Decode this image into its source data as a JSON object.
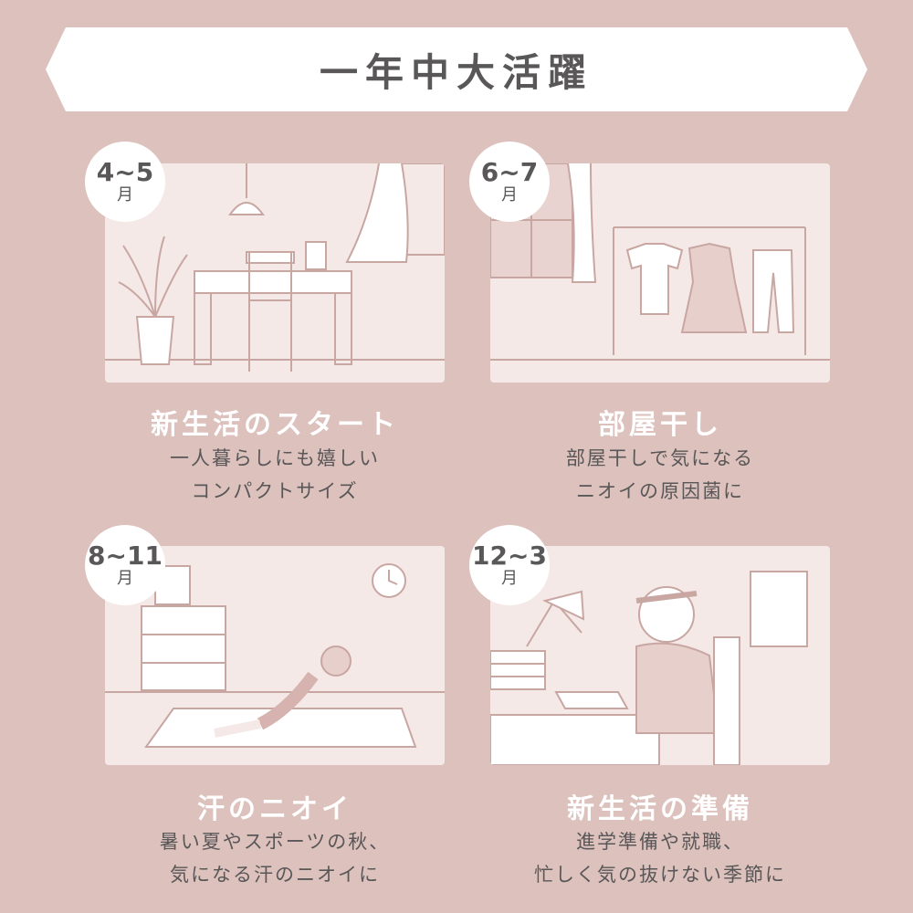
{
  "banner": {
    "title": "一年中大活躍"
  },
  "sections": [
    {
      "range": "4~5",
      "unit": "月",
      "heading": "新生活のスタート",
      "desc1": "一人暮らしにも嬉しい",
      "desc2": "コンパクトサイズ"
    },
    {
      "range": "6~7",
      "unit": "月",
      "heading": "部屋干し",
      "desc1": "部屋干しで気になる",
      "desc2": "ニオイの原因菌に"
    },
    {
      "range": "8~11",
      "unit": "月",
      "heading": "汗のニオイ",
      "desc1": "暑い夏やスポーツの秋、",
      "desc2": "気になる汗のニオイに"
    },
    {
      "range": "12~3",
      "unit": "月",
      "heading": "新生活の準備",
      "desc1": "進学準備や就職、",
      "desc2": "忙しく気の抜けない季節に"
    }
  ],
  "colors": {
    "background": "#dcc1bd",
    "panel": "#f5e9e7",
    "line": "#c8a6a2",
    "text": "#595757"
  },
  "icons": [
    "desk-room-illustration",
    "laundry-rack-illustration",
    "situp-exercise-illustration",
    "studying-student-illustration",
    "clock-icon",
    "calendar-icon",
    "lamp-icon",
    "plant-icon"
  ]
}
